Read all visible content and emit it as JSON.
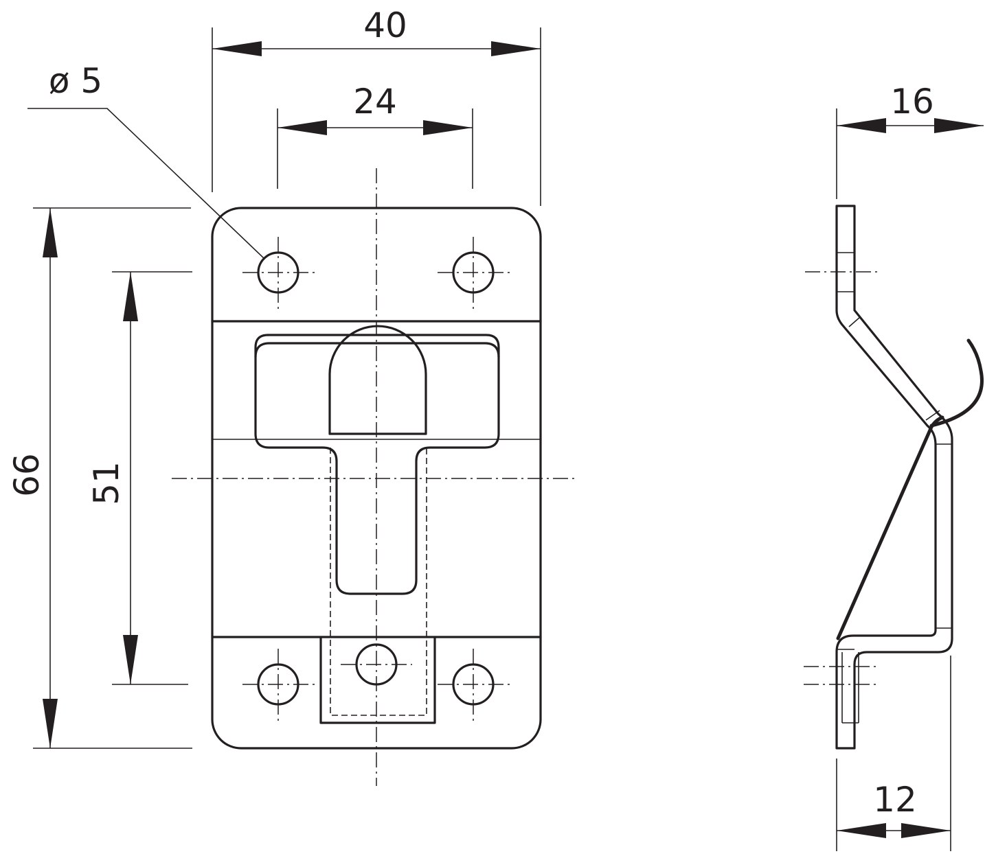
{
  "drawing": {
    "dimensions": {
      "overall_width": "40",
      "hole_spacing": "24",
      "hole_diameter": "ø 5",
      "overall_height": "66",
      "hole_pitch_vertical": "51",
      "side_depth": "16",
      "side_base": "12"
    }
  }
}
